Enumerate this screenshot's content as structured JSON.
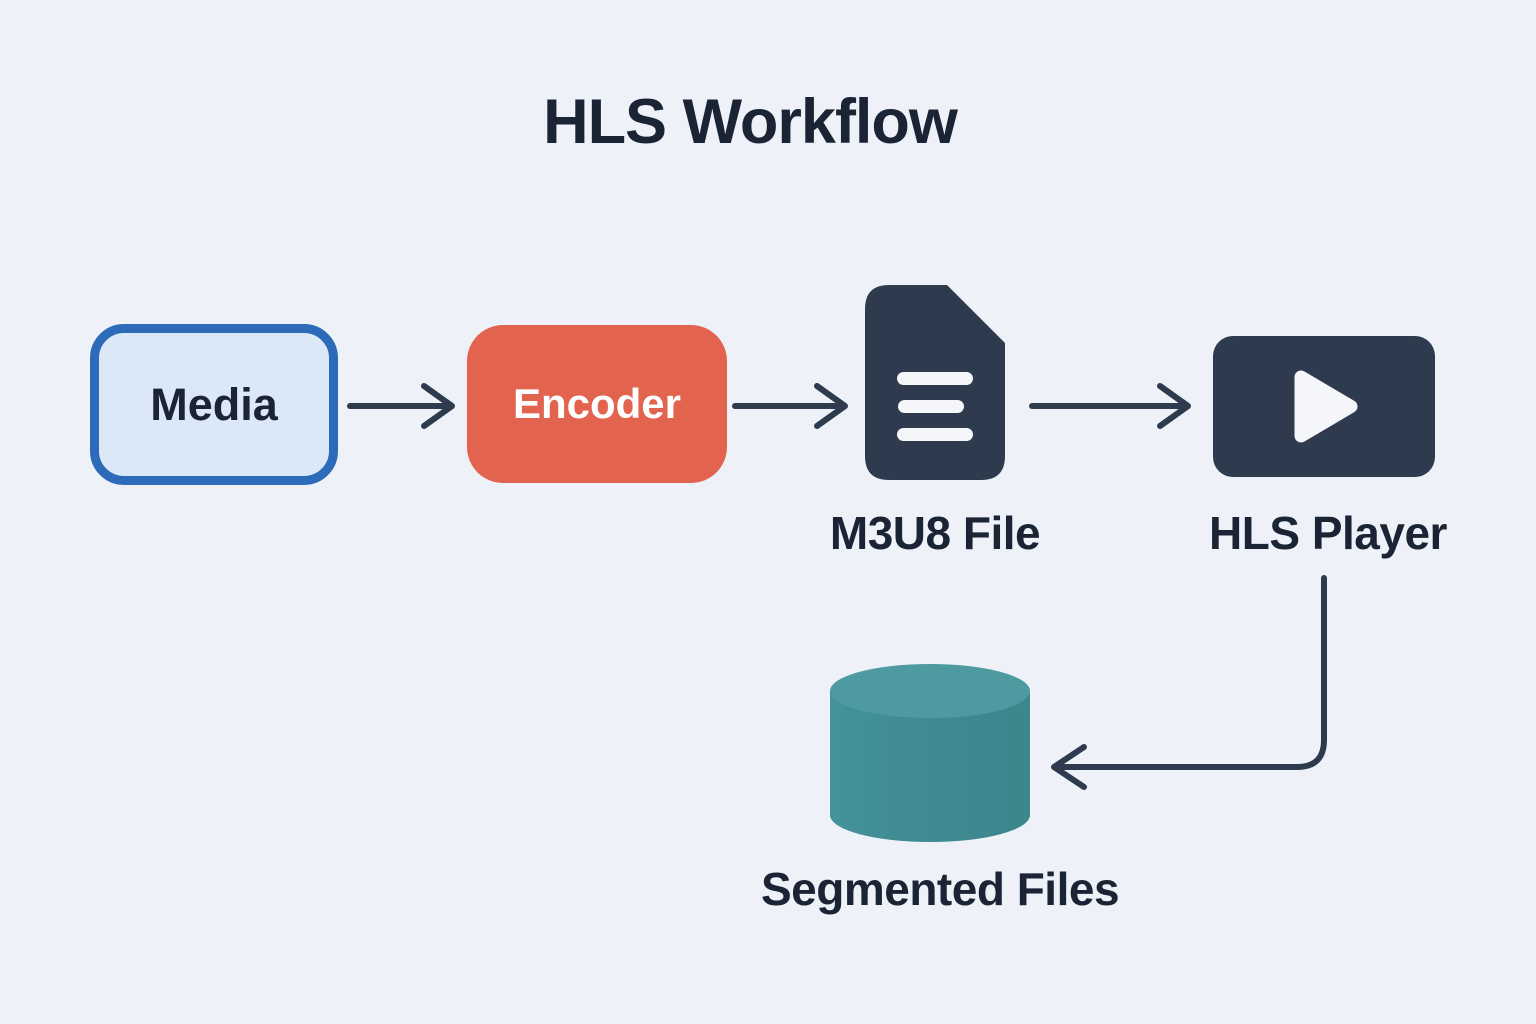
{
  "title": "HLS Workflow",
  "nodes": {
    "media": {
      "label": "Media",
      "shape": "rounded-rect",
      "icon": null
    },
    "encoder": {
      "label": "Encoder",
      "shape": "rounded-rect",
      "icon": null
    },
    "m3u8": {
      "label": "M3U8 File",
      "shape": "icon",
      "icon": "document-icon"
    },
    "player": {
      "label": "HLS Player",
      "shape": "icon",
      "icon": "video-play-icon"
    },
    "segments": {
      "label": "Segmented Files",
      "shape": "icon",
      "icon": "database-cylinder-icon"
    }
  },
  "edges": [
    {
      "from": "media",
      "to": "encoder",
      "style": "straight-arrow"
    },
    {
      "from": "encoder",
      "to": "m3u8",
      "style": "straight-arrow"
    },
    {
      "from": "m3u8",
      "to": "player",
      "style": "straight-arrow"
    },
    {
      "from": "player",
      "to": "segments",
      "style": "elbow-arrow"
    }
  ],
  "colors": {
    "background": "#eef1f8",
    "ink": "#1b2434",
    "arrow": "#2e3b4e",
    "node_navy": "#2e3b4e",
    "media_fill": "#dbe8f7",
    "media_border": "#2d6bba",
    "encoder_fill": "#e2644e",
    "encoder_text": "#ffffff",
    "cylinder_body": "#3e8b91",
    "cylinder_top": "#4d9ba0",
    "icon_detail_white": "#f4f6fa"
  }
}
